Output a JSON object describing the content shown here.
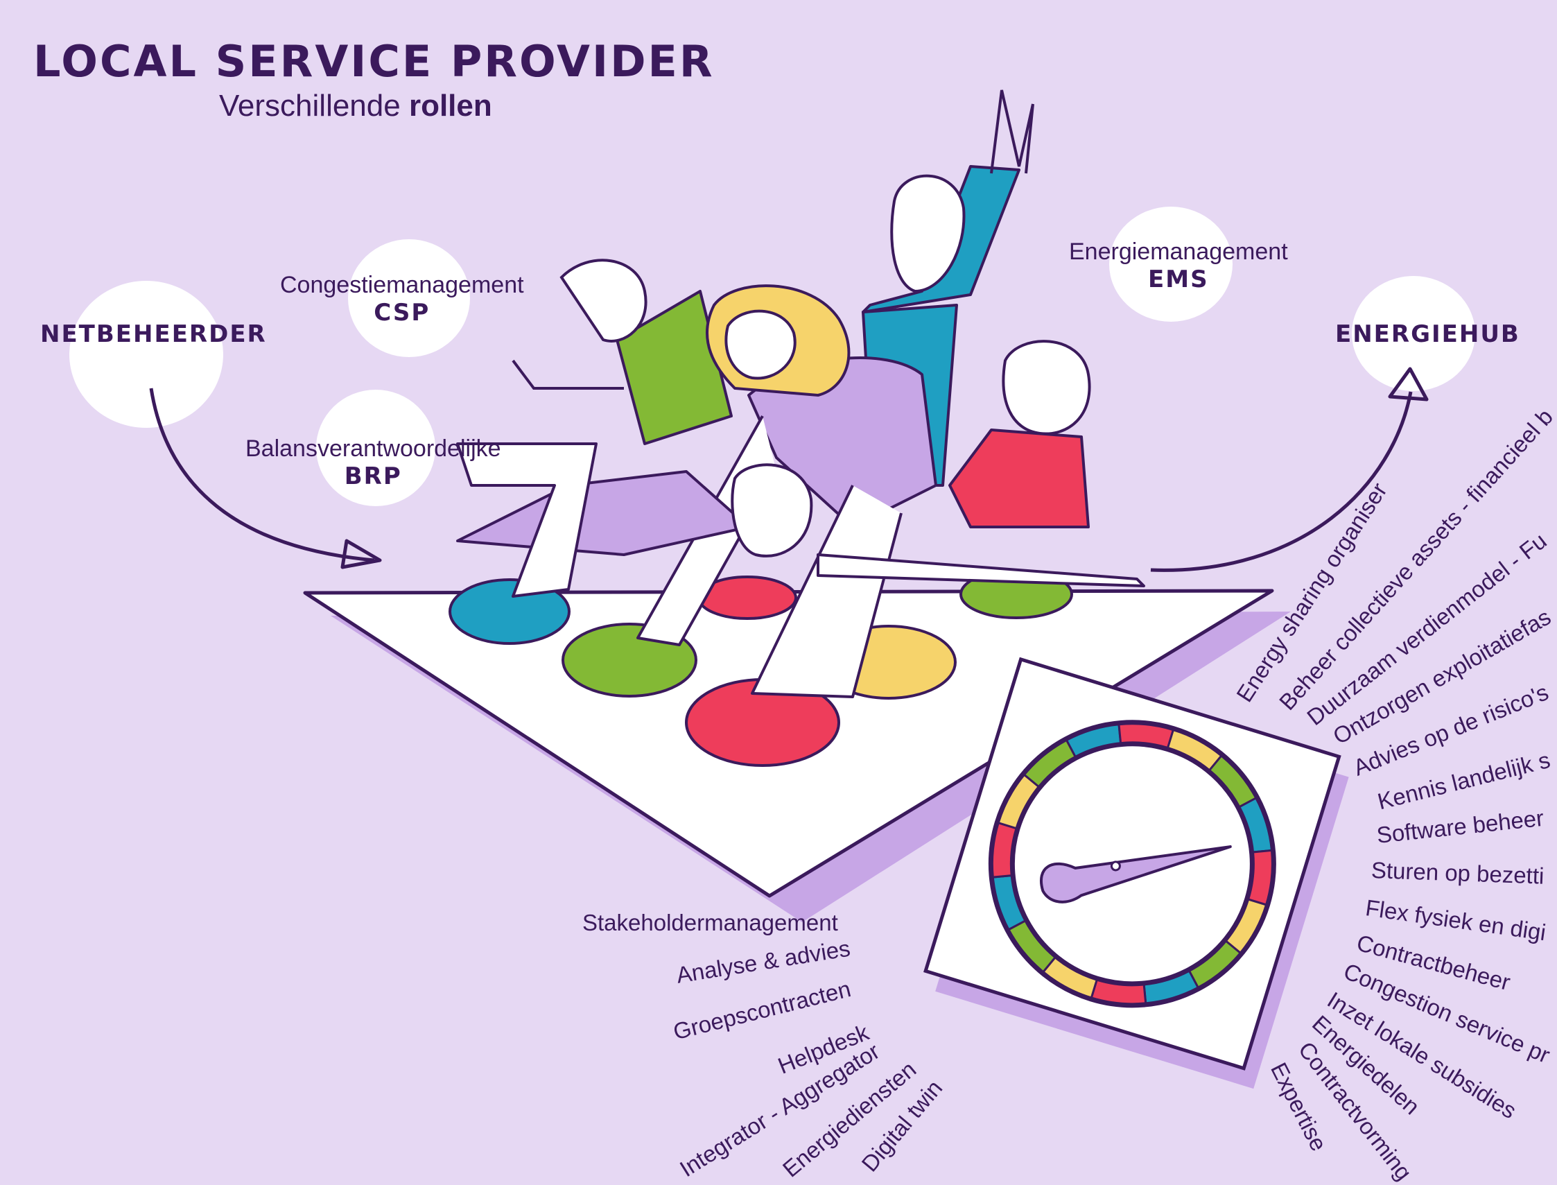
{
  "header": {
    "title": "LOCAL SERVICE PROVIDER",
    "subtitle_prefix": "Verschillende ",
    "subtitle_bold": "rollen"
  },
  "roles": {
    "netbeheerder": "NETBEHEERDER",
    "energiehub": "ENERGIEHUB",
    "congestie": {
      "label": "Congestiemanagement",
      "abbr": "CSP"
    },
    "balans": {
      "label": "Balansverantwoordelijke",
      "abbr": "BRP"
    },
    "energie": {
      "label": "Energiemanagement",
      "abbr": "EMS"
    }
  },
  "services_left": [
    "Stakeholdermanagement",
    "Analyse & advies",
    "Groepscontracten",
    "Helpdesk",
    "Integrator - Aggregator",
    "Energiediensten",
    "Digital twin"
  ],
  "services_right": [
    "Energy sharing organiser",
    "Beheer collectieve assets - financieel b",
    "Duurzaam verdienmodel - Fu",
    "Ontzorgen exploitatiefas",
    "Advies op de risico's",
    "Kennis landelijk s",
    "Software beheer",
    "Sturen op bezetti",
    "Flex fysiek en digi",
    "Contractbeheer",
    "Congestion service pr",
    "Inzet lokale subsidies",
    "Energiedelen",
    "Contractvorming",
    "Expertise"
  ],
  "colors": {
    "background": "#e6d8f3",
    "ink": "#3b1a5c",
    "blue": "#1f9fc2",
    "green": "#83b935",
    "red": "#ee3d5b",
    "yellow": "#f6d36b",
    "lilac": "#c7a6e6"
  }
}
